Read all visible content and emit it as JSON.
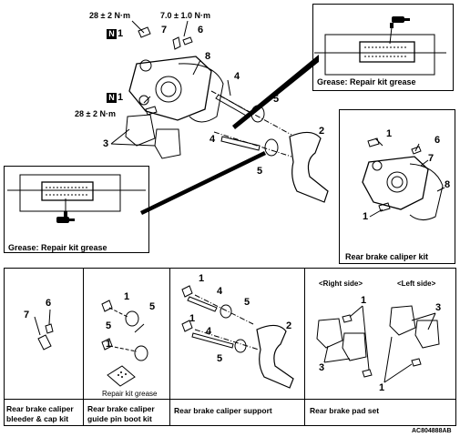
{
  "torques": {
    "top_left": "28 ± 2 N·m",
    "top_right": "7.0 ± 1.0 N·m",
    "mid_left": "28 ± 2 N·m"
  },
  "badges": {
    "n_top": "N",
    "n_mid": "N"
  },
  "callouts": {
    "c1a": "1",
    "c7a": "7",
    "c6a": "6",
    "c8a": "8",
    "c1b": "1",
    "c4a": "4",
    "c5a": "5",
    "c3a": "3",
    "c4b": "4",
    "c2a": "2",
    "c5b": "5",
    "kit_c1": "1",
    "kit_c6": "6",
    "kit_c7": "7",
    "kit_c8": "8",
    "kit_c1b": "1",
    "bleed_c6": "6",
    "bleed_c7": "7",
    "guide_c1a": "1",
    "guide_c5a": "5",
    "guide_c1b": "1",
    "guide_c5b": "5",
    "sup_c1a": "1",
    "sup_c4a": "4",
    "sup_c5a": "5",
    "sup_c2": "2",
    "sup_c1b": "1",
    "sup_c4b": "4",
    "sup_c5b": "5",
    "pad_c1a": "1",
    "pad_c3a": "3",
    "pad_c3b": "3",
    "pad_c1b": "1"
  },
  "grease_top": "Grease: Repair kit grease",
  "grease_left": "Grease: Repair kit grease",
  "caliper_kit_label": "Rear brake caliper kit",
  "right_side": "<Right side>",
  "left_side": "<Left side>",
  "repair_kit_grease": "Repair kit grease",
  "bottom_labels": {
    "bleeder": [
      "Rear brake caliper",
      "bleeder & cap kit"
    ],
    "guide": [
      "Rear brake caliper",
      "guide pin boot kit"
    ],
    "support": "Rear brake caliper support",
    "pad": "Rear brake pad set"
  },
  "figure_code": "AC804888AB"
}
